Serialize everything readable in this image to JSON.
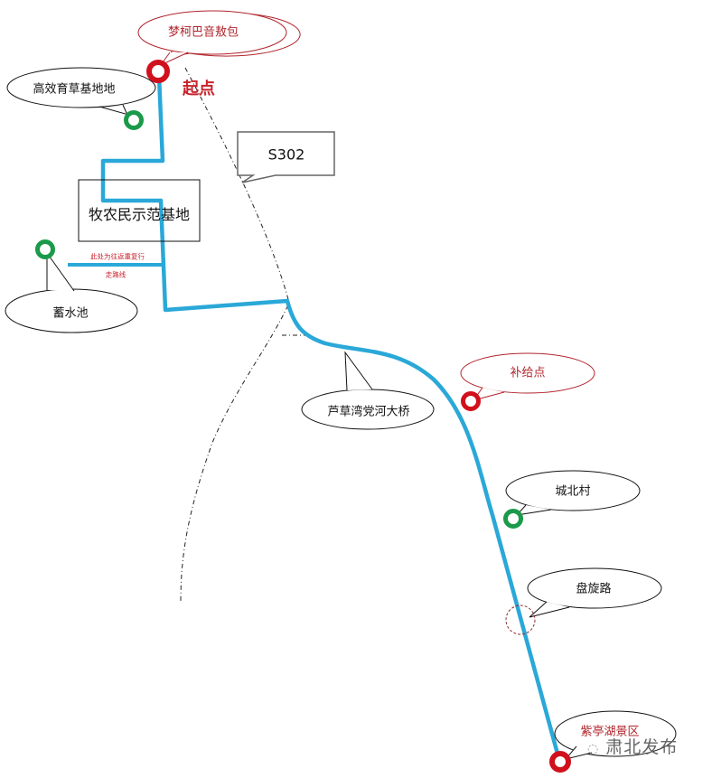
{
  "map": {
    "start_label": "起点",
    "road_label": "S302",
    "places": {
      "start": "梦柯巴音敖包",
      "grass_base": "高效育草基地地",
      "demo_base": "牧农民示范基地",
      "reservoir": "蓄水池",
      "bridge": "芦草湾党河大桥",
      "supply": "补给点",
      "village": "城北村",
      "spiral_road": "盘旋路",
      "end": "紫亭湖景区"
    },
    "note_line1": "此处为往返重复行",
    "note_line2": "走路线",
    "watermark": "肃北发布",
    "watermark_logo": "wechat-logo"
  },
  "colors": {
    "route": "#2aa8d8",
    "red_marker": "#d0101c",
    "green_marker": "#1a9a4a",
    "callout_red": "#b0242c"
  }
}
